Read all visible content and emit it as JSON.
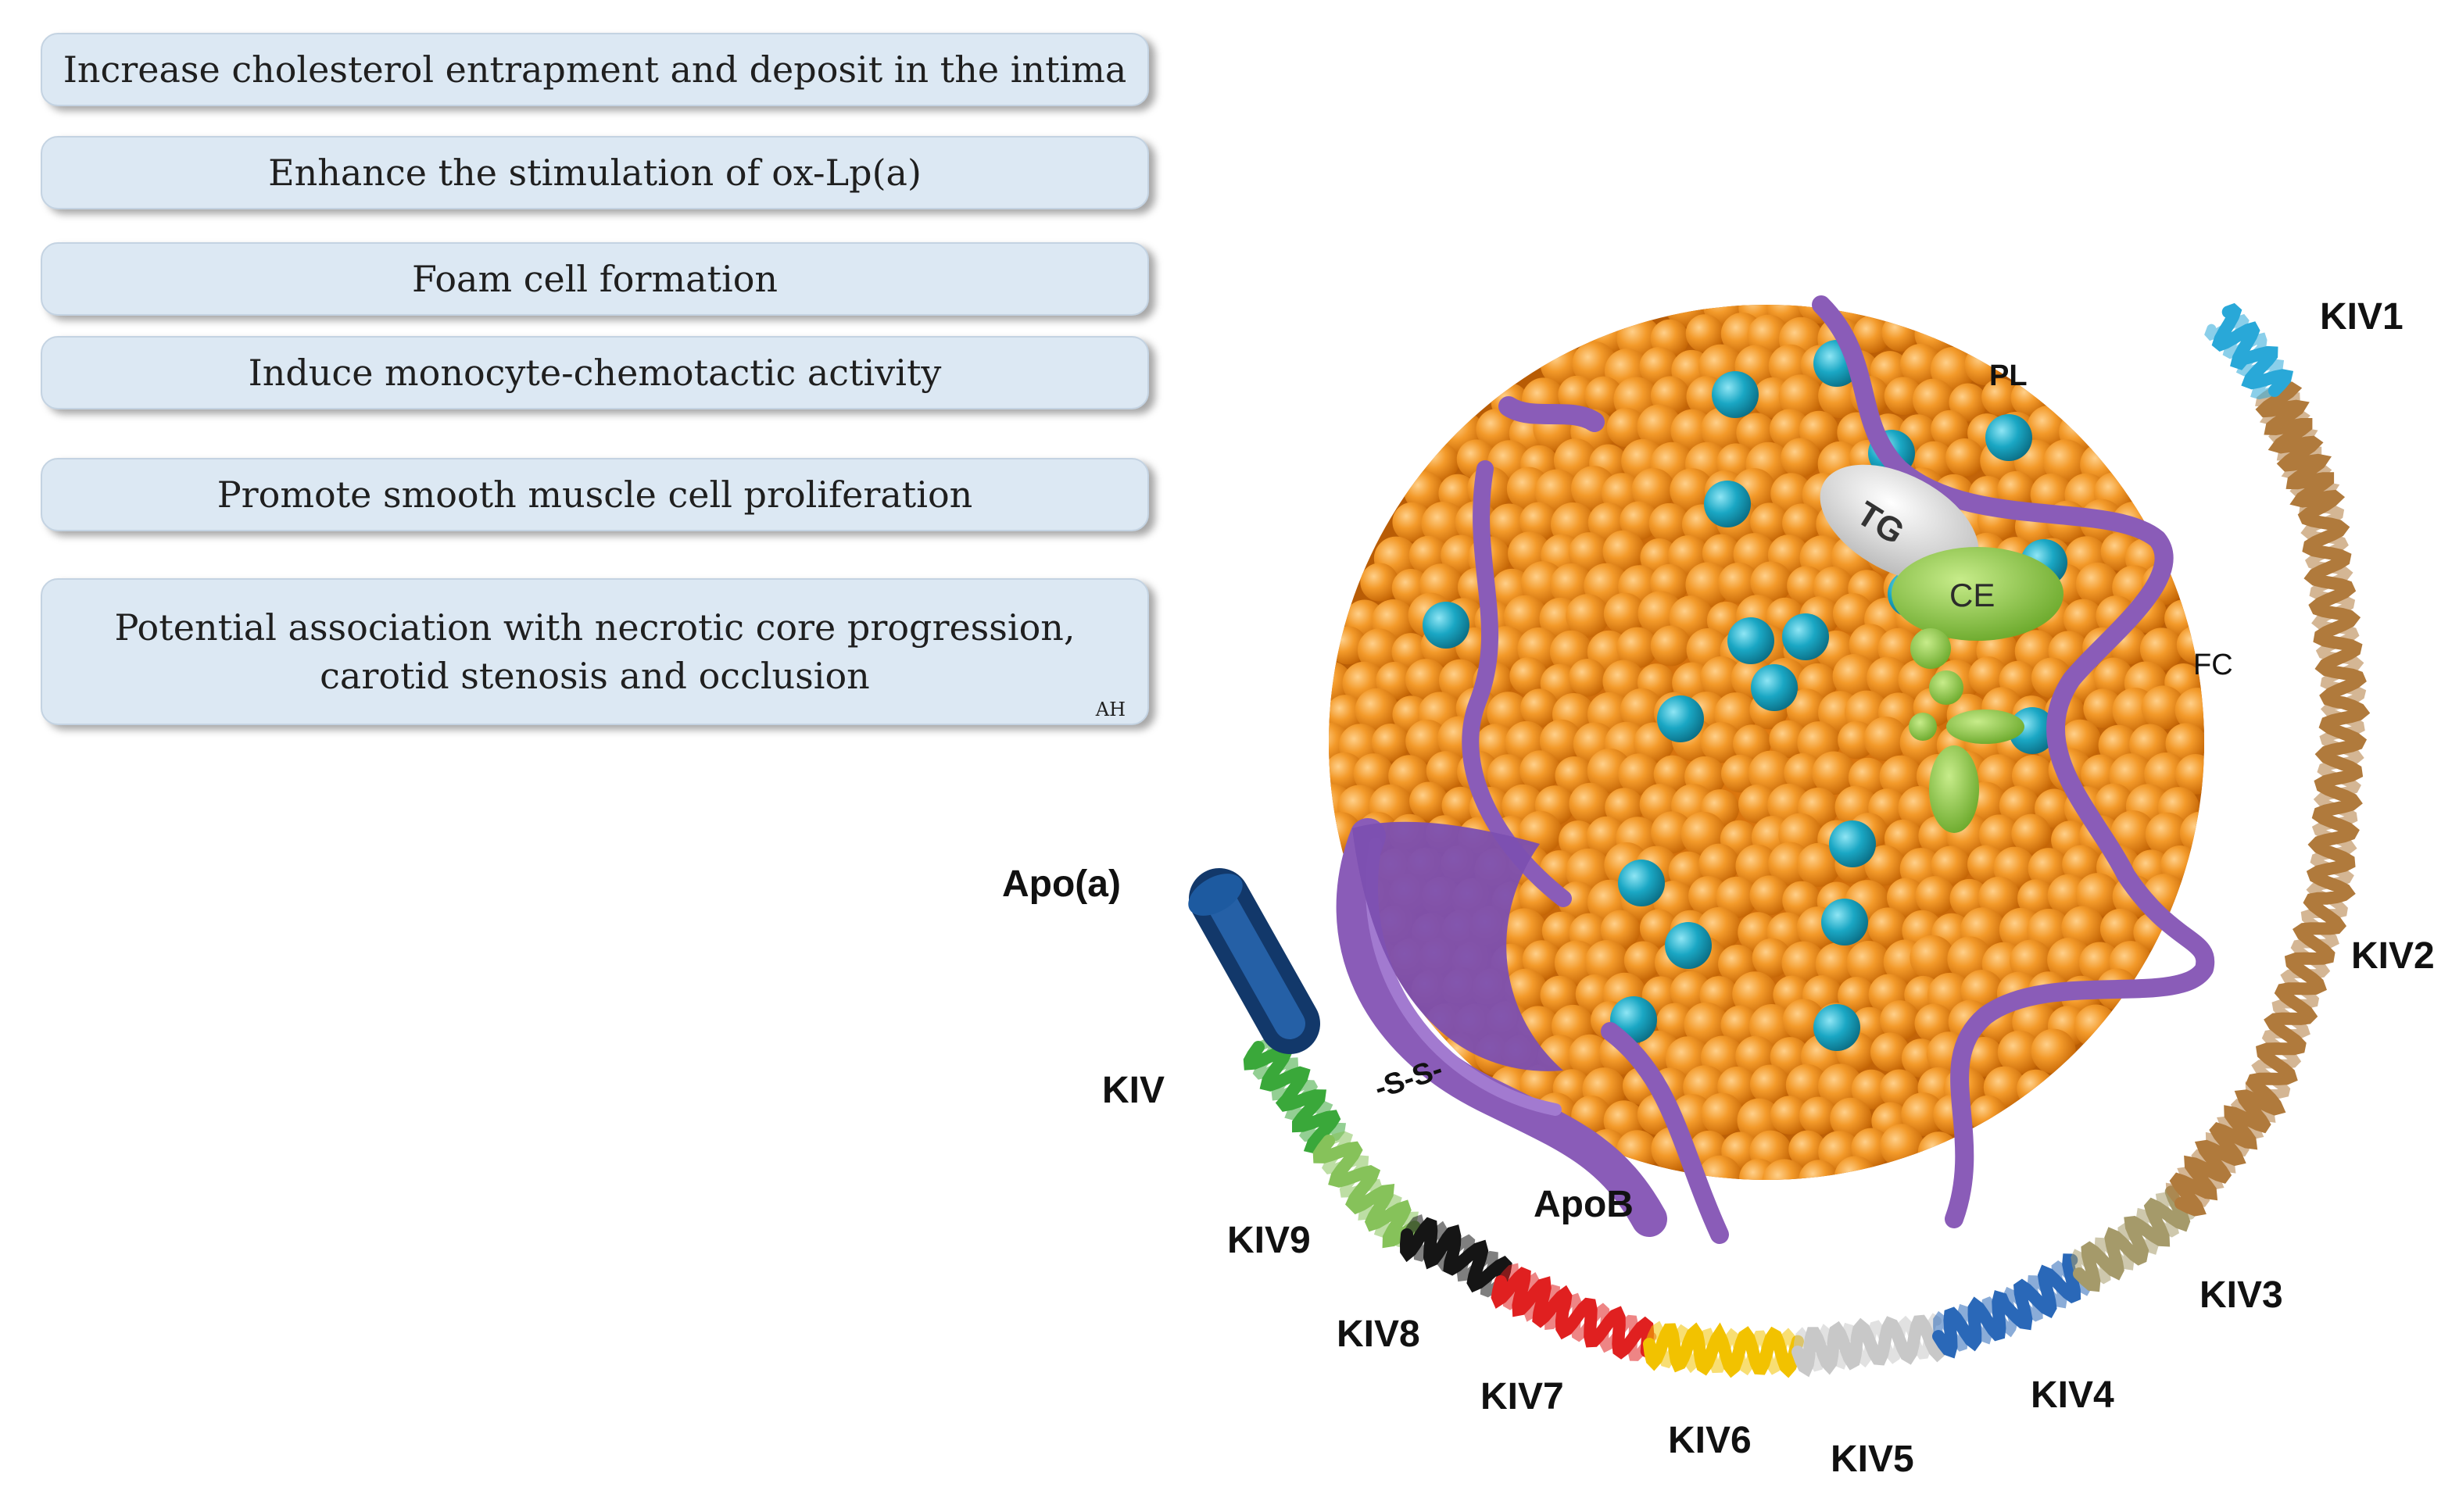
{
  "effects": [
    {
      "lines": [
        "Increase cholesterol entrapment and deposit in the intima"
      ]
    },
    {
      "lines": [
        "Enhance the stimulation of ox-Lp(a)"
      ]
    },
    {
      "lines": [
        "Foam cell formation"
      ]
    },
    {
      "lines": [
        "Induce monocyte-chemotactic activity"
      ]
    },
    {
      "lines": [
        "Promote smooth muscle cell proliferation"
      ]
    },
    {
      "lines": [
        "Potential association with necrotic core progression,",
        "carotid stenosis and occlusion"
      ],
      "note": "AH"
    }
  ],
  "labels": {
    "apoa": "Apo(a)",
    "kiv": "KIV",
    "ss": "-S-S-",
    "apob": "ApoB",
    "pl": "PL",
    "tg": "TG",
    "ce": "CE",
    "fc": "FC",
    "kiv1": "KIV1",
    "kiv2": "KIV2",
    "kiv3": "KIV3",
    "kiv4": "KIV4",
    "kiv5": "KIV5",
    "kiv6": "KIV6",
    "kiv7": "KIV7",
    "kiv8": "KIV8",
    "kiv9": "KIV9"
  },
  "colors": {
    "box_fill": "#dce8f3",
    "lipid_orange": "#f0901e",
    "free_cholesterol_cyan": "#1aa7c4",
    "apob_purple": "#8a5cb8",
    "ce_green": "#8dc63f",
    "tg_gray": "#d9d9d9",
    "kiv1": "#29a8d8",
    "kiv2": "#b07a3c",
    "kiv3": "#a59a6a",
    "kiv4": "#2a68b8",
    "kiv5": "#c8c8c8",
    "kiv6": "#f2c200",
    "kiv7": "#e02020",
    "kiv8": "#151515",
    "kiv9": "#86c25a",
    "kiv": "#3aa83a",
    "apoa_tube": "#1a4d8c"
  }
}
